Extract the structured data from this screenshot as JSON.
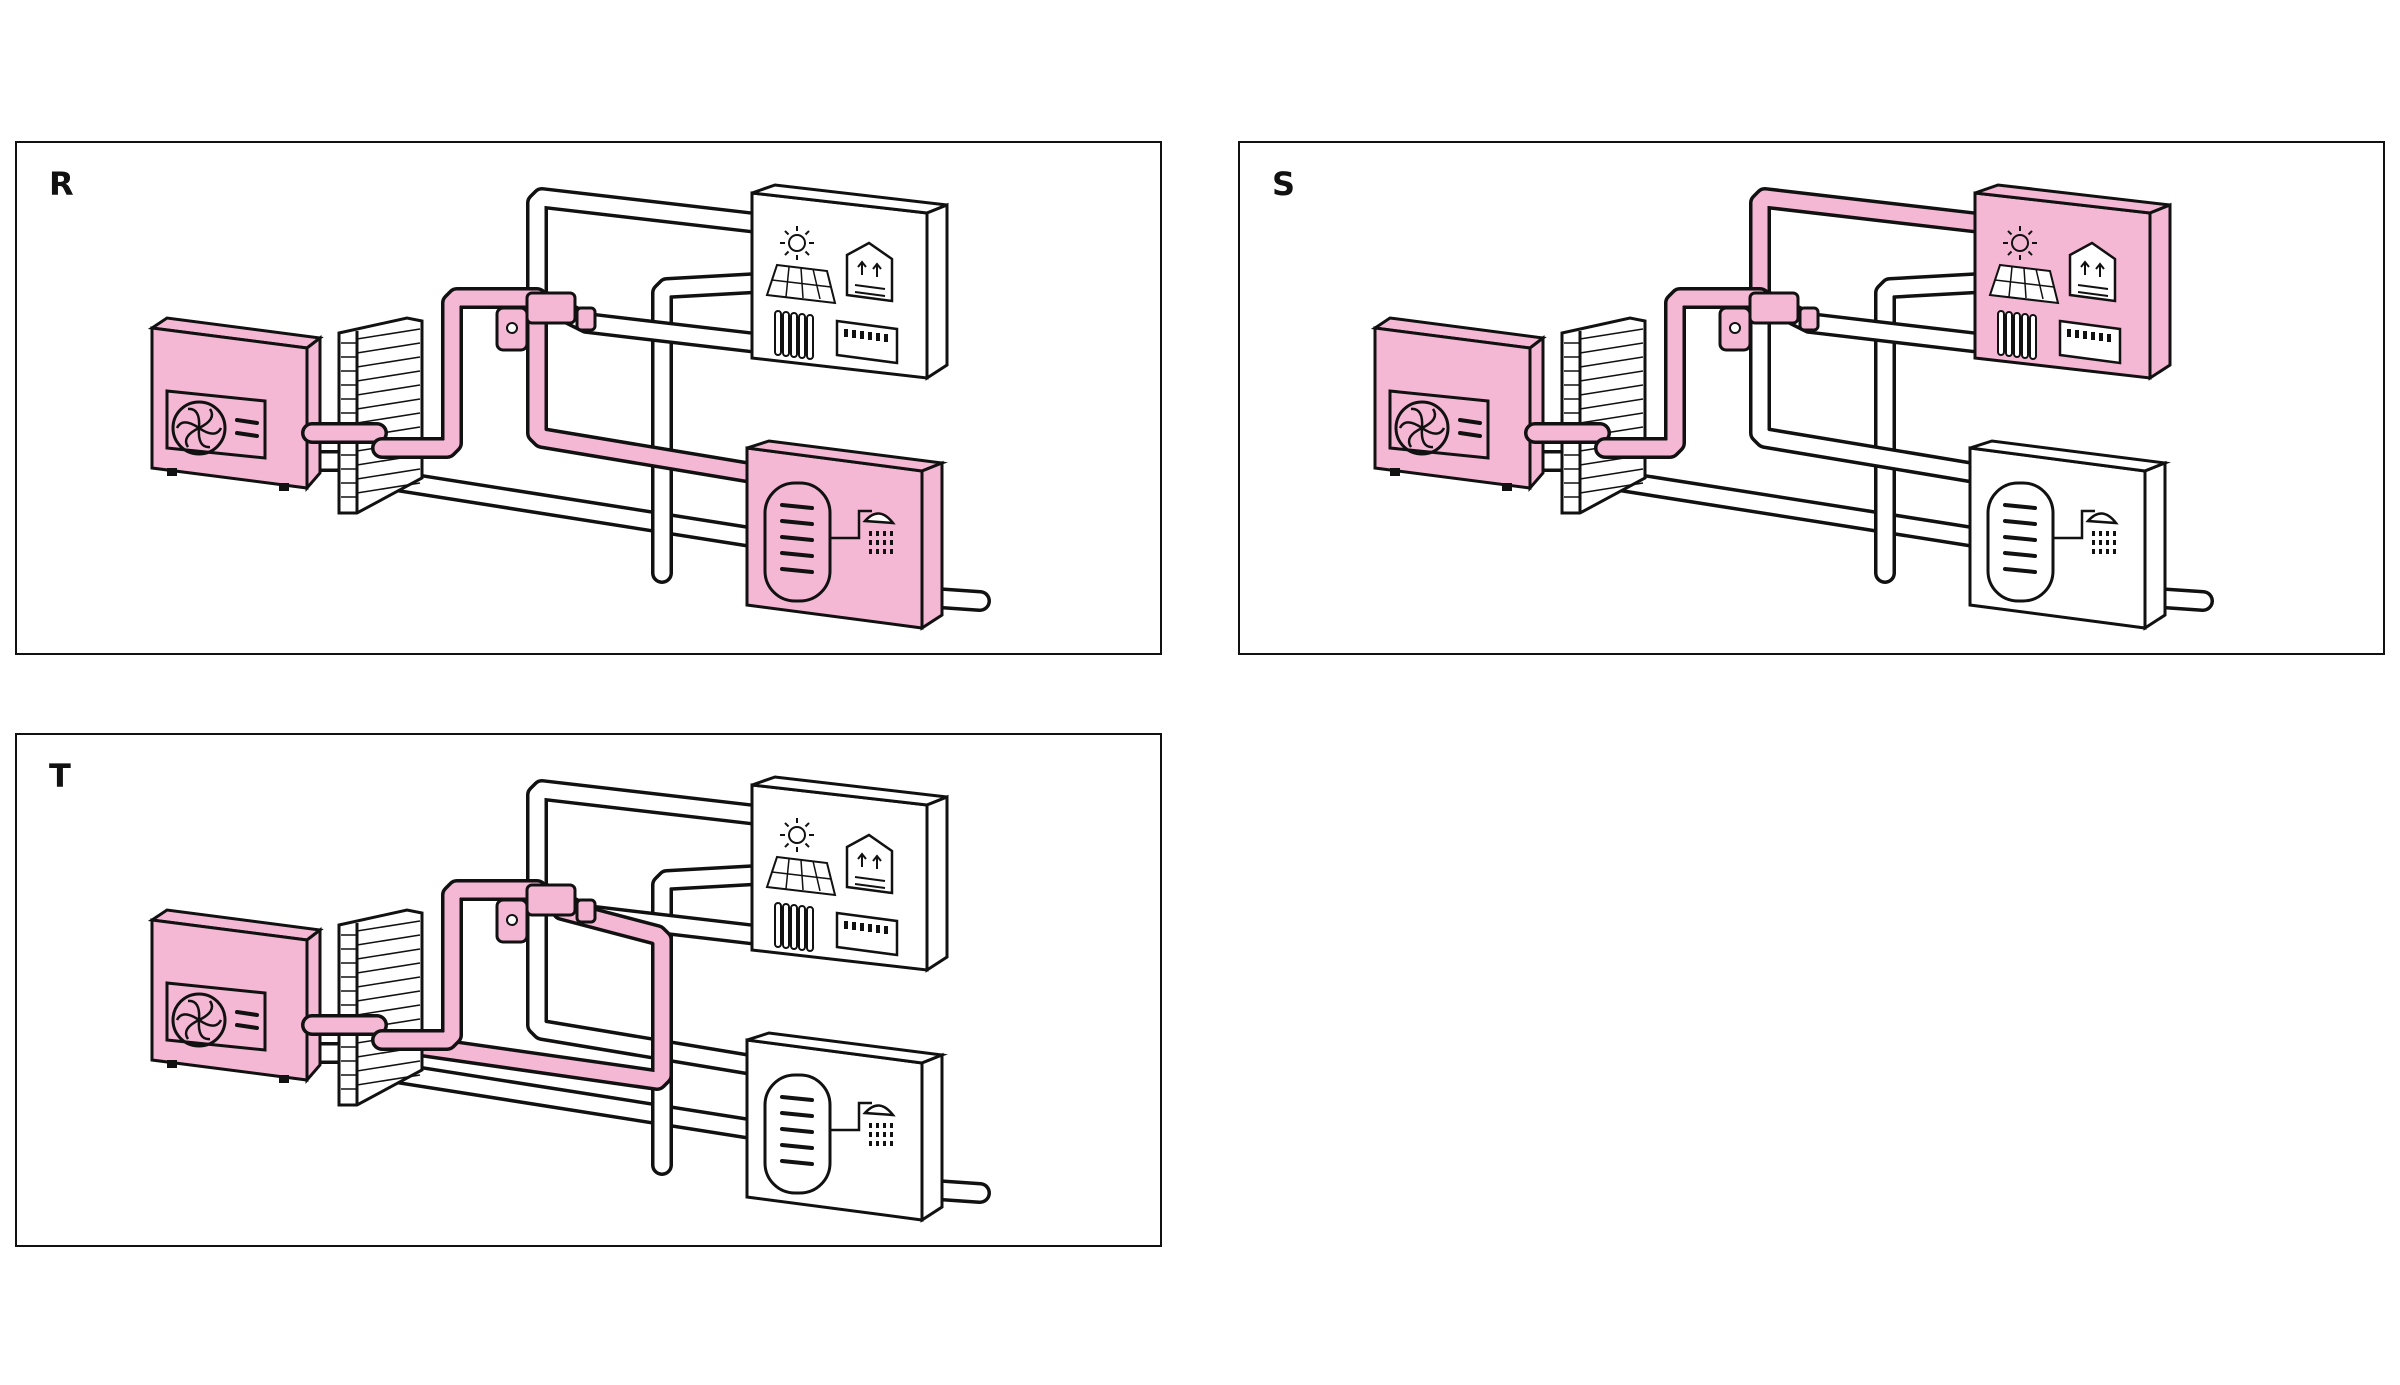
{
  "colors": {
    "highlight": "#f4b8d4",
    "outline": "#111111",
    "plain": "#ffffff"
  },
  "panels": [
    {
      "label": "R",
      "active_pipes": [
        "hp-in",
        "hp-up",
        "hp-top",
        "valve",
        "tank-branch"
      ],
      "active_units": [
        "heat-pump",
        "hot-water-tank"
      ]
    },
    {
      "label": "S",
      "active_pipes": [
        "hp-in",
        "hp-up",
        "hp-top",
        "valve",
        "heating-branch"
      ],
      "active_units": [
        "heat-pump",
        "heating-unit"
      ]
    },
    {
      "label": "T",
      "active_pipes": [
        "hp-in",
        "hp-up",
        "hp-top",
        "valve",
        "bypass-loop"
      ],
      "active_units": [
        "heat-pump"
      ]
    }
  ]
}
